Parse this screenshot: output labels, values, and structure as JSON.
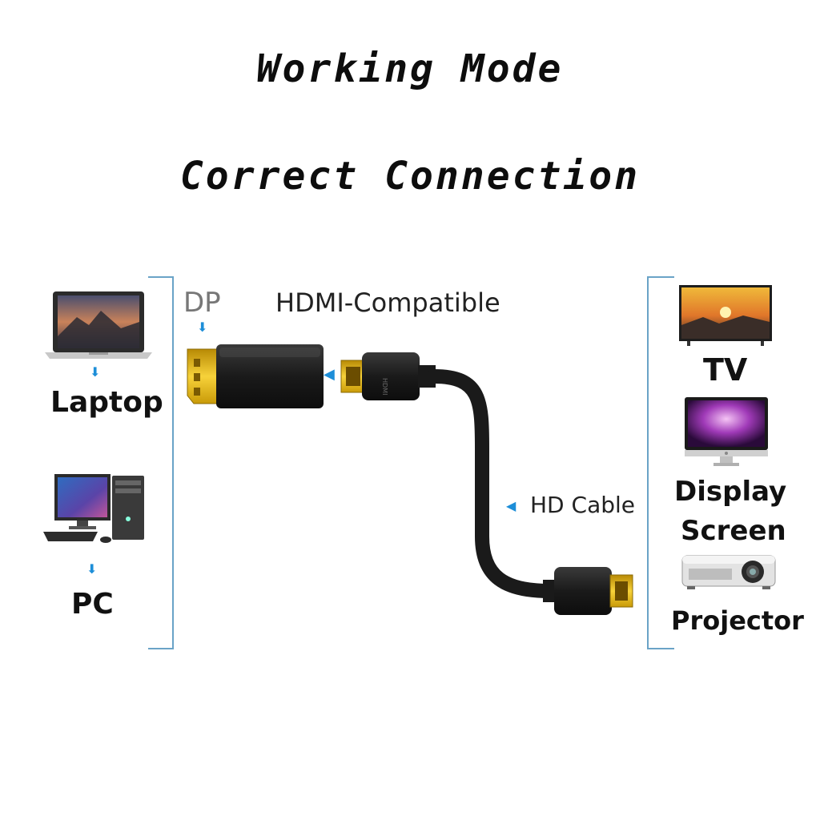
{
  "titles": {
    "line1": "Working Mode",
    "line2": "Correct Connection"
  },
  "sources": {
    "laptop": "Laptop",
    "pc": "PC"
  },
  "connectors": {
    "dp": "DP",
    "hdmi": "HDMI-Compatible",
    "cable": "HD Cable"
  },
  "targets": {
    "tv": "TV",
    "display": "Display",
    "screen": "Screen",
    "projector": "Projector"
  },
  "colors": {
    "accent": "#1d8ed8",
    "bracket": "#6aa3c7",
    "gold": "#e2b10a",
    "connector": "#1c1c1c"
  }
}
